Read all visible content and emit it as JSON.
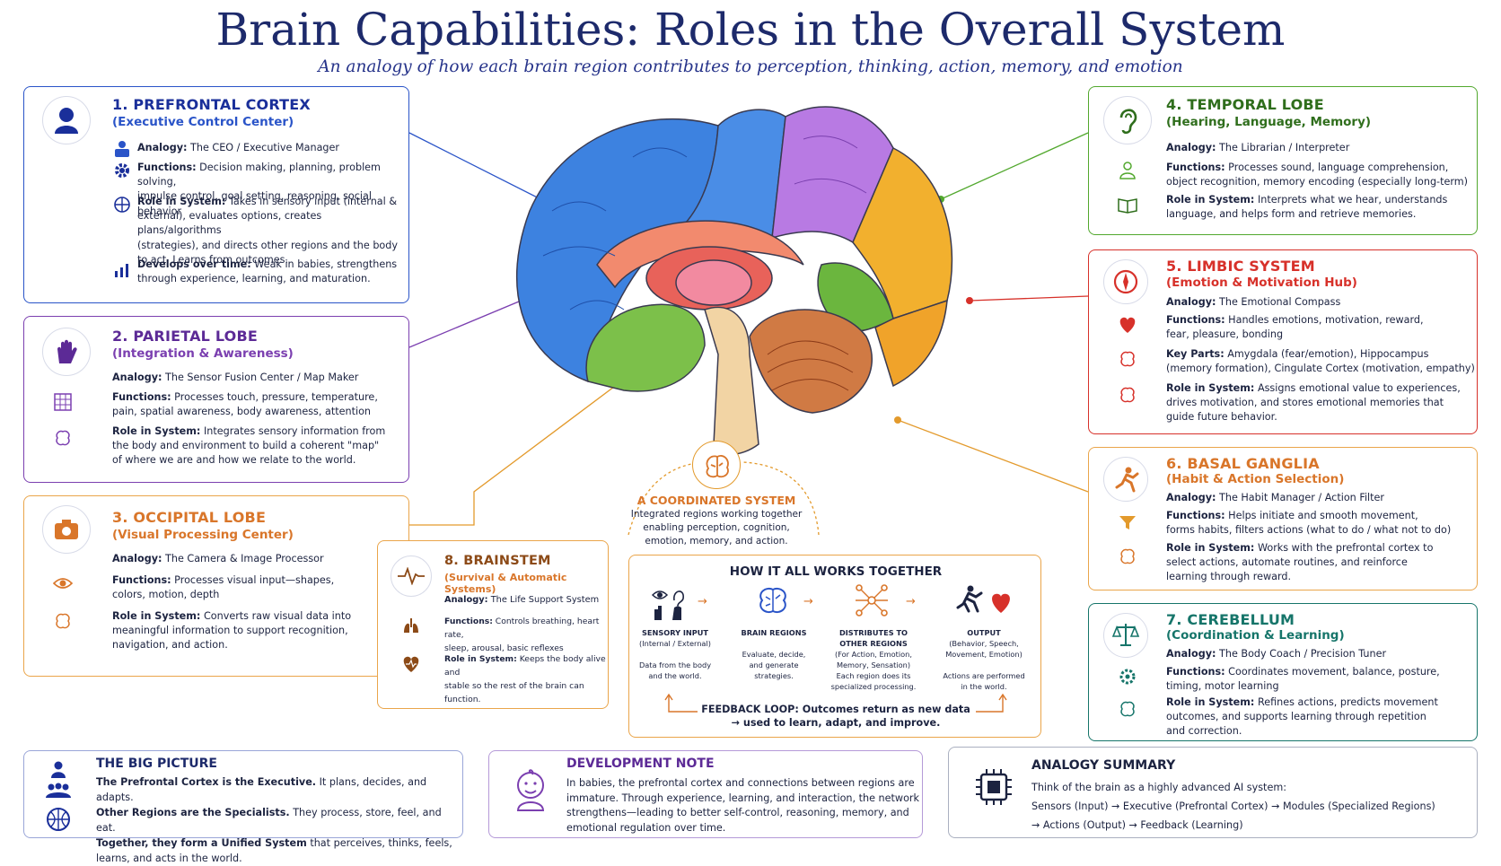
{
  "title": "Brain Capabilities: Roles in the Overall System",
  "subtitle": "An analogy of how each brain region contributes to perception, thinking, action, memory, and emotion",
  "colors": {
    "prefrontal": "#1a2f9a",
    "parietal": "#5c2a96",
    "occipital": "#d9762a",
    "temporal": "#2f6e1c",
    "limbic": "#d7312a",
    "basal": "#d9762a",
    "cerebellum": "#16756a",
    "brainstem": "#8c4a17",
    "navy": "#1d2a6b"
  },
  "regions": {
    "prefrontal": {
      "heading": "1. PREFRONTAL CORTEX",
      "sub": "(Executive Control Center)",
      "icon": "person-icon",
      "rows": [
        {
          "icon": "manager-icon",
          "label": "Analogy:",
          "lines": [
            " The CEO / Executive Manager"
          ]
        },
        {
          "icon": "gear-icon",
          "label": "Functions:",
          "lines": [
            " Decision making, planning, problem solving,",
            "impulse control, goal setting, reasoning, social behavior"
          ]
        },
        {
          "icon": "network-icon",
          "label": "Role in System:",
          "lines": [
            " Takes in sensory input (internal &",
            "external), evaluates options, creates plans/algorithms",
            "(strategies), and directs other regions and the body",
            "to act. Learns from outcomes."
          ]
        },
        {
          "icon": "growth-chart-icon",
          "label": "Develops over time:",
          "lines": [
            " Weak in babies, strengthens",
            "through experience, learning, and maturation."
          ]
        }
      ]
    },
    "parietal": {
      "heading": "2. PARIETAL LOBE",
      "sub": "(Integration & Awareness)",
      "icon": "hand-icon",
      "rows": [
        {
          "icon": "",
          "label": "Analogy:",
          "lines": [
            " The Sensor Fusion Center / Map Maker"
          ]
        },
        {
          "icon": "grid-map-icon",
          "label": "Functions:",
          "lines": [
            " Processes touch, pressure, temperature,",
            "pain, spatial awareness, body awareness, attention"
          ]
        },
        {
          "icon": "brain-icon",
          "label": "Role in System:",
          "lines": [
            " Integrates sensory information from",
            "the body and environment to build a coherent \"map\"",
            "of where we are and how we relate to the world."
          ]
        }
      ]
    },
    "occipital": {
      "heading": "3. OCCIPITAL LOBE",
      "sub": "(Visual Processing Center)",
      "icon": "camera-icon",
      "rows": [
        {
          "icon": "",
          "label": "Analogy:",
          "lines": [
            " The Camera & Image Processor"
          ]
        },
        {
          "icon": "eye-icon",
          "label": "Functions:",
          "lines": [
            " Processes visual input—shapes,",
            "colors, motion, depth"
          ]
        },
        {
          "icon": "brain-icon",
          "label": "Role in System:",
          "lines": [
            " Converts raw visual data into",
            "meaningful information to support recognition,",
            "navigation, and action."
          ]
        }
      ]
    },
    "brainstem": {
      "heading": "8. BRAINSTEM",
      "sub": "(Survival & Automatic Systems)",
      "icon": "pulse-icon",
      "rows": [
        {
          "icon": "",
          "label": "Analogy:",
          "lines": [
            " The Life Support System"
          ]
        },
        {
          "icon": "lungs-icon",
          "label": "Functions:",
          "lines": [
            " Controls breathing, heart rate,",
            "sleep, arousal, basic reflexes"
          ]
        },
        {
          "icon": "heart-pulse-icon",
          "label": "Role in System:",
          "lines": [
            " Keeps the body alive and",
            "stable so the rest of the brain can function."
          ]
        }
      ]
    },
    "temporal": {
      "heading": "4. TEMPORAL LOBE",
      "sub": "(Hearing, Language, Memory)",
      "icon": "ear-icon",
      "rows": [
        {
          "icon": "",
          "label": "Analogy:",
          "lines": [
            " The Librarian / Interpreter"
          ]
        },
        {
          "icon": "people-icon",
          "label": "Functions:",
          "lines": [
            " Processes sound, language comprehension,",
            "object recognition, memory encoding (especially long-term)"
          ]
        },
        {
          "icon": "book-icon",
          "label": "Role in System:",
          "lines": [
            " Interprets what we hear, understands",
            "language, and helps form and retrieve memories."
          ]
        }
      ]
    },
    "limbic": {
      "heading": "5. LIMBIC SYSTEM",
      "sub": "(Emotion & Motivation Hub)",
      "icon": "compass-icon",
      "rows": [
        {
          "icon": "",
          "label": "Analogy:",
          "lines": [
            " The Emotional Compass"
          ]
        },
        {
          "icon": "heart-icon",
          "label": "Functions:",
          "lines": [
            " Handles emotions, motivation, reward,",
            "fear, pleasure, bonding"
          ]
        },
        {
          "icon": "brain-icon",
          "label": "Key Parts:",
          "lines": [
            " Amygdala (fear/emotion), Hippocampus",
            "(memory formation), Cingulate Cortex (motivation, empathy)"
          ]
        },
        {
          "icon": "brain-icon",
          "label": "Role in System:",
          "lines": [
            " Assigns emotional value to experiences,",
            "drives motivation, and stores emotional memories that",
            "guide future behavior."
          ]
        }
      ]
    },
    "basal": {
      "heading": "6. BASAL GANGLIA",
      "sub": "(Habit & Action Selection)",
      "icon": "runner-icon",
      "rows": [
        {
          "icon": "",
          "label": "Analogy:",
          "lines": [
            " The Habit Manager / Action Filter"
          ]
        },
        {
          "icon": "filter-icon",
          "label": "Functions:",
          "lines": [
            " Helps initiate and smooth movement,",
            "forms habits, filters actions (what to do / what not to do)"
          ]
        },
        {
          "icon": "brain-icon",
          "label": "Role in System:",
          "lines": [
            " Works with the prefrontal cortex to",
            "select actions, automate routines, and reinforce",
            "learning through reward."
          ]
        }
      ]
    },
    "cerebellum": {
      "heading": "7. CEREBELLUM",
      "sub": "(Coordination & Learning)",
      "icon": "balance-icon",
      "rows": [
        {
          "icon": "",
          "label": "Analogy:",
          "lines": [
            " The Body Coach / Precision Tuner"
          ]
        },
        {
          "icon": "gear-person-icon",
          "label": "Functions:",
          "lines": [
            " Coordinates movement, balance, posture,",
            "timing, motor learning"
          ]
        },
        {
          "icon": "brain-icon",
          "label": "Role in System:",
          "lines": [
            " Refines actions, predicts movement",
            "outcomes, and supports learning through repetition",
            "and correction."
          ]
        }
      ]
    }
  },
  "coordinated": {
    "title": "A COORDINATED SYSTEM",
    "lines": [
      "Integrated regions working together",
      "enabling perception, cognition,",
      "emotion, memory, and action."
    ]
  },
  "how": {
    "title": "HOW IT ALL WORKS TOGETHER",
    "steps": [
      {
        "title": "SENSORY INPUT",
        "lines": [
          "(Internal / External)",
          "",
          "Data from the body",
          "and the world."
        ]
      },
      {
        "title": "BRAIN REGIONS",
        "lines": [
          "",
          "Evaluate, decide,",
          "and generate",
          "strategies."
        ]
      },
      {
        "title": "DISTRIBUTES TO",
        "lines": [
          "OTHER REGIONS",
          "(For Action, Emotion,",
          "Memory, Sensation)",
          "Each region does its",
          "specialized processing."
        ]
      },
      {
        "title": "OUTPUT",
        "lines": [
          "(Behavior, Speech,",
          "Movement, Emotion)",
          "",
          "Actions are performed",
          "in the world."
        ]
      }
    ],
    "arrow": "→",
    "feedback": [
      "FEEDBACK LOOP: Outcomes return as new data",
      "→ used to learn, adapt, and improve."
    ]
  },
  "big_picture": {
    "title": "THE BIG PICTURE",
    "lines": [
      {
        "b": "The Prefrontal Cortex is the Executive.",
        "t": " It plans, decides, and adapts."
      },
      {
        "b": "Other Regions are the Specialists.",
        "t": " They process, store, feel, and eat."
      },
      {
        "b": "Together, they form a Unified System",
        "t": " that perceives, thinks, feels,"
      },
      {
        "b": "",
        "t": "learns, and acts in the world."
      }
    ]
  },
  "dev_note": {
    "title": "DEVELOPMENT NOTE",
    "lines": [
      "In babies, the prefrontal cortex and connections between regions are",
      "immature. Through experience, learning, and interaction, the network",
      "strengthens—leading to better self-control, reasoning, memory, and",
      "emotional regulation over time."
    ]
  },
  "analogy": {
    "title": "ANALOGY SUMMARY",
    "lines": [
      "Think of the brain as a highly advanced AI system:",
      "Sensors (Input) → Executive (Prefrontal Cortex) → Modules (Specialized Regions)",
      "→ Actions (Output) → Feedback (Learning)"
    ]
  }
}
